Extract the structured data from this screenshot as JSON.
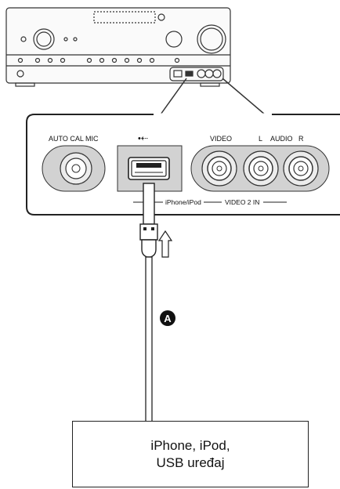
{
  "panel": {
    "auto_cal_mic": "AUTO CAL MIC",
    "usb_symbol": "•⇠",
    "video": "VIDEO",
    "audio_l": "L",
    "audio": "AUDIO",
    "audio_r": "R",
    "iphone_ipod": "iPhone/iPod",
    "video2_in": "VIDEO 2 IN"
  },
  "cable_label": "A",
  "device": {
    "line1": "iPhone, iPod,",
    "line2": "USB uređaj"
  }
}
